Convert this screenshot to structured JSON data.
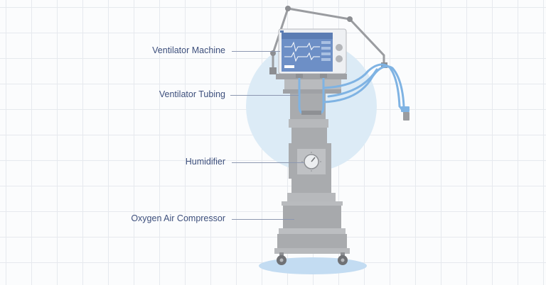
{
  "labels": {
    "ventilator_machine": "Ventilator Machine",
    "ventilator_tubing": "Ventilator Tubing",
    "humidifier": "Humidifier",
    "oxygen_air_compressor": "Oxygen Air Compressor"
  },
  "colors": {
    "label_text": "#3d4f7c",
    "leader_line": "#8c97b0",
    "backdrop_circle": "#dcebf6",
    "floor_ellipse": "#c3dcf2",
    "tubing": "#7fb3e3",
    "screen": "#6d8fc6",
    "cart_gray": "#a9abae"
  },
  "icons": [
    "ventilator-machine-icon",
    "ventilator-tubing-icon",
    "humidifier-dial-icon",
    "oxygen-air-compressor-icon",
    "caster-wheel-icon"
  ]
}
